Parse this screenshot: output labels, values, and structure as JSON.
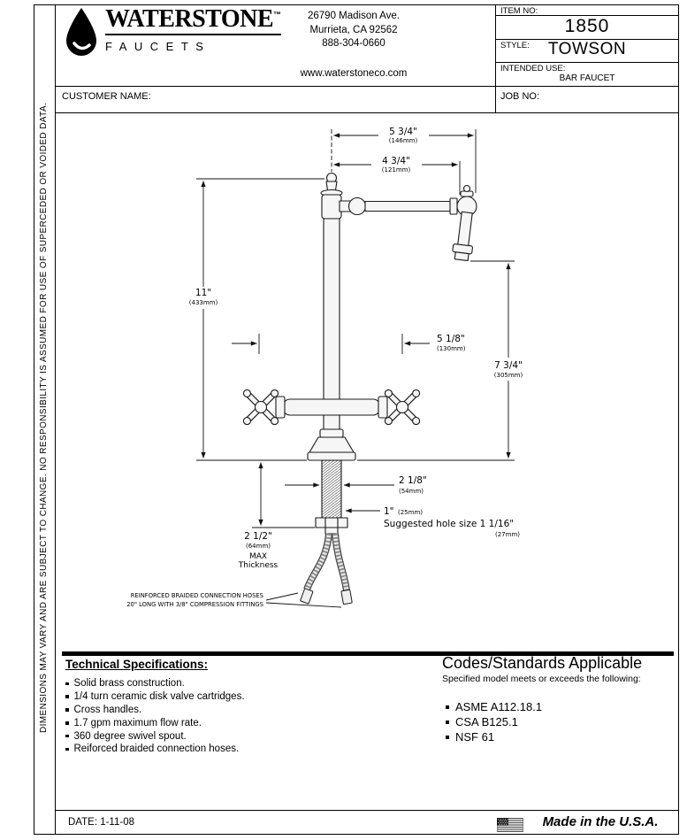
{
  "colors": {
    "ink": "#000000",
    "paper": "#ffffff"
  },
  "side_note": "DIMENSIONS MAY VARY AND ARE SUBJECT TO CHANGE.  NO RESPONSIBILITY IS ASSUMED FOR USE OF SUPERCEDED OR VOIDED DATA.",
  "header": {
    "brand": "WATERSTONE",
    "brand_tm": "™",
    "brand_sub": "FAUCETS",
    "address_line1": "26790 Madison Ave.",
    "address_line2": "Murrieta, CA 92562",
    "address_line3": "888-304-0660",
    "website": "www.waterstoneco.com",
    "item_no_label": "ITEM NO:",
    "item_no": "1850",
    "style_label": "STYLE:",
    "style_value": "TOWSON",
    "intended_use_label": "INTENDED USE:",
    "intended_use_value": "BAR FAUCET"
  },
  "info_row": {
    "customer_name_label": "CUSTOMER NAME:",
    "job_no_label": "JOB NO:"
  },
  "drawing": {
    "dim_spout_reach": {
      "v": "5 3/4\"",
      "mm": "(146mm)"
    },
    "dim_spout_to_aerator": {
      "v": "4 3/4\"",
      "mm": "(121mm)"
    },
    "dim_overall_height": {
      "v": "11\"",
      "mm": "(433mm)"
    },
    "dim_handle_span": {
      "v": "5 1/8\"",
      "mm": "(130mm)"
    },
    "dim_spout_clearance": {
      "v": "7 3/4\"",
      "mm": "(305mm)"
    },
    "dim_body_width": {
      "v": "2 1/8\"",
      "mm": "(54mm)"
    },
    "dim_shank": {
      "v": "1\"",
      "mm": "(25mm)"
    },
    "hole_note": "Suggested hole size 1 1/16\"",
    "hole_mm": "(27mm)",
    "thickness_v": "2 1/2\"",
    "thickness_mm": "(64mm)",
    "thickness_line1": "MAX",
    "thickness_line2": "Thickness",
    "hose_note_line1": "REINFORCED BRAIDED CONNECTION HOSES",
    "hose_note_line2": "20\" LONG WITH 3/8\" COMPRESSION FITTINGS"
  },
  "specs": {
    "title": "Technical Specifications:",
    "items": [
      "Solid brass construction.",
      "1/4 turn ceramic disk valve cartridges.",
      "Cross handles.",
      "1.7 gpm maximum flow rate.",
      "360 degree swivel spout.",
      "Reiforced braided connection hoses."
    ]
  },
  "codes": {
    "title": "Codes/Standards Applicable",
    "subtitle": "Specified model meets or exceeds the following:",
    "items": [
      "ASME A112.18.1",
      "CSA B125.1",
      "NSF 61"
    ]
  },
  "footer": {
    "date": "DATE: 1-11-08",
    "made_in": "Made in the U.S.A."
  }
}
